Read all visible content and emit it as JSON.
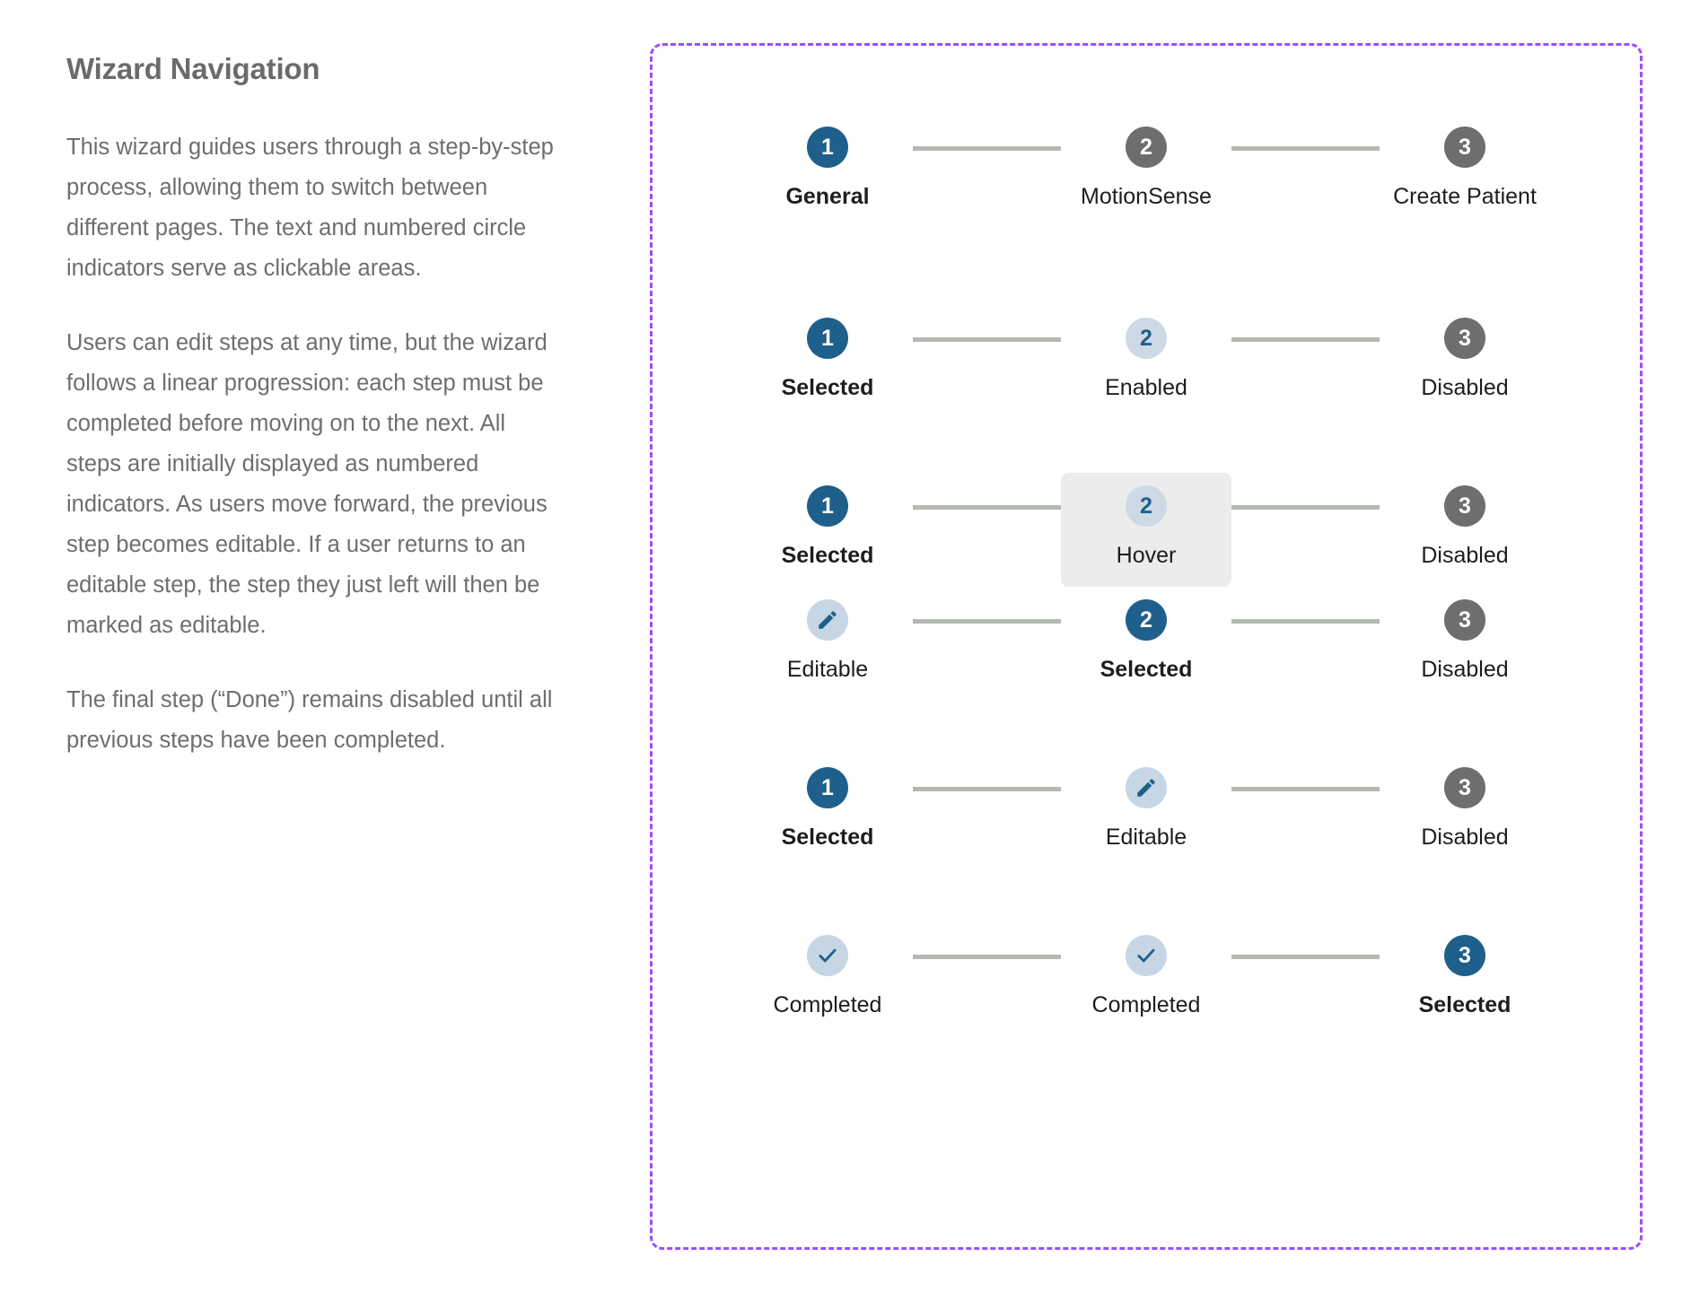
{
  "description": {
    "title": "Wizard Navigation",
    "paragraphs": [
      "This wizard guides users through a step-by-step process, allowing them to switch between different pages. The text and numbered circle indicators serve as clickable areas.",
      "Users can edit steps at any time, but the wizard follows a linear progression: each step must be completed before moving on to the next. All steps are initially displayed as numbered indicators. As users move forward, the previous step becomes editable. If a user returns to an editable step, the step they just left will then be marked as editable.",
      "The final step (“Done”) remains disabled until all previous steps have been completed."
    ]
  },
  "colors": {
    "selected": "#1f5f8b",
    "disabled": "#6e6e6e",
    "enabled_bg": "#cdd9e5",
    "enabled_fg": "#1f5f8b",
    "connector": "#b4b8b2",
    "hover_bg": "#ececec",
    "panel_border": "#9b4dfa",
    "label": "#1d1d1d",
    "description_text": "#6e6e6e"
  },
  "wizard_rows": [
    {
      "name": "example-row",
      "steps": [
        {
          "indicator": "1",
          "icon": "none",
          "state": "selected",
          "label": "General",
          "bold": true,
          "hover": false
        },
        {
          "indicator": "2",
          "icon": "none",
          "state": "disabled",
          "label": "MotionSense",
          "bold": false,
          "hover": false
        },
        {
          "indicator": "3",
          "icon": "none",
          "state": "disabled",
          "label": "Create Patient",
          "bold": false,
          "hover": false
        }
      ]
    },
    {
      "name": "states-row",
      "steps": [
        {
          "indicator": "1",
          "icon": "none",
          "state": "selected",
          "label": "Selected",
          "bold": true,
          "hover": false
        },
        {
          "indicator": "2",
          "icon": "none",
          "state": "enabled",
          "label": "Enabled",
          "bold": false,
          "hover": false
        },
        {
          "indicator": "3",
          "icon": "none",
          "state": "disabled",
          "label": "Disabled",
          "bold": false,
          "hover": false
        }
      ]
    },
    {
      "name": "hover-row",
      "steps": [
        {
          "indicator": "1",
          "icon": "none",
          "state": "selected",
          "label": "Selected",
          "bold": true,
          "hover": false
        },
        {
          "indicator": "2",
          "icon": "none",
          "state": "enabled",
          "label": "Hover",
          "bold": false,
          "hover": true
        },
        {
          "indicator": "3",
          "icon": "none",
          "state": "disabled",
          "label": "Disabled",
          "bold": false,
          "hover": false
        }
      ]
    },
    {
      "name": "editable-first-row",
      "steps": [
        {
          "indicator": "",
          "icon": "pencil",
          "state": "soft",
          "label": "Editable",
          "bold": false,
          "hover": false
        },
        {
          "indicator": "2",
          "icon": "none",
          "state": "selected",
          "label": "Selected",
          "bold": true,
          "hover": false
        },
        {
          "indicator": "3",
          "icon": "none",
          "state": "disabled",
          "label": "Disabled",
          "bold": false,
          "hover": false
        }
      ]
    },
    {
      "name": "editable-second-row",
      "steps": [
        {
          "indicator": "1",
          "icon": "none",
          "state": "selected",
          "label": "Selected",
          "bold": true,
          "hover": false
        },
        {
          "indicator": "",
          "icon": "pencil",
          "state": "soft",
          "label": "Editable",
          "bold": false,
          "hover": false
        },
        {
          "indicator": "3",
          "icon": "none",
          "state": "disabled",
          "label": "Disabled",
          "bold": false,
          "hover": false
        }
      ]
    },
    {
      "name": "completed-row",
      "steps": [
        {
          "indicator": "",
          "icon": "check",
          "state": "soft",
          "label": "Completed",
          "bold": false,
          "hover": false
        },
        {
          "indicator": "",
          "icon": "check",
          "state": "soft",
          "label": "Completed",
          "bold": false,
          "hover": false
        },
        {
          "indicator": "3",
          "icon": "none",
          "state": "selected",
          "label": "Selected",
          "bold": true,
          "hover": false
        }
      ]
    }
  ],
  "row_gaps": [
    86,
    60,
    0,
    60,
    60
  ]
}
